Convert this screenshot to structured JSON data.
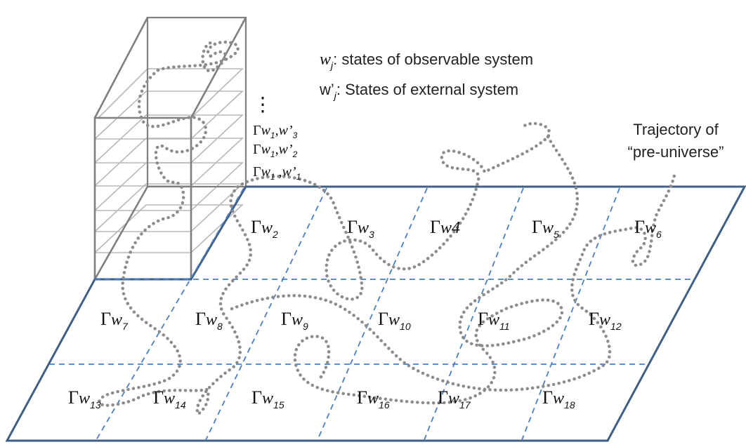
{
  "legend": {
    "w_symbol": "w",
    "w_sub": "j",
    "w_text": ": states of observable system",
    "wp_symbol": "w’",
    "wp_sub": "j",
    "wp_text": ": States of external system"
  },
  "trajectory_label": {
    "line1": "Trajectory of",
    "line2": "“pre-universe”"
  },
  "ellipsis": "⋮",
  "slices": [
    {
      "gamma": "Γ",
      "w": "w",
      "w_sub": "1",
      "sep": ",",
      "wp": "w’",
      "wp_sub": "3"
    },
    {
      "gamma": "Γ",
      "w": "w",
      "w_sub": "1",
      "sep": ",",
      "wp": "w’",
      "wp_sub": "2"
    },
    {
      "gamma": "Γ",
      "w": "w",
      "w_sub": "1",
      "sep": " ,",
      "wp": "w’",
      "wp_sub": "1"
    }
  ],
  "cells": [
    {
      "gamma": "Γ",
      "w": "w",
      "sub": "2",
      "inline": false
    },
    {
      "gamma": "Γ",
      "w": "w",
      "sub": "3",
      "inline": false
    },
    {
      "gamma": "Γ",
      "w": "w4",
      "sub": "",
      "inline": true
    },
    {
      "gamma": "Γ",
      "w": "w",
      "sub": "5",
      "inline": false
    },
    {
      "gamma": "Γ",
      "w": "w",
      "sub": "6",
      "inline": false
    },
    {
      "gamma": "Γ",
      "w": "w",
      "sub": "7",
      "inline": false
    },
    {
      "gamma": "Γ",
      "w": "w",
      "sub": "8",
      "inline": false
    },
    {
      "gamma": "Γ",
      "w": "w",
      "sub": "9",
      "inline": false
    },
    {
      "gamma": "Γ",
      "w": "w",
      "sub": "10",
      "inline": false
    },
    {
      "gamma": "Γ",
      "w": "w",
      "sub": "11",
      "inline": false
    },
    {
      "gamma": "Γ",
      "w": "w",
      "sub": "12",
      "inline": false
    },
    {
      "gamma": "Γ",
      "w": "w",
      "sub": "13",
      "inline": false
    },
    {
      "gamma": "Γ",
      "w": "w",
      "sub": "14",
      "inline": false
    },
    {
      "gamma": "Γ",
      "w": "w",
      "sub": "15",
      "inline": false
    },
    {
      "gamma": "Γ",
      "w": "w",
      "sub": "16",
      "inline": false
    },
    {
      "gamma": "Γ",
      "w": "w",
      "sub": "17",
      "inline": false
    },
    {
      "gamma": "Γ",
      "w": "w",
      "sub": "18",
      "inline": false
    }
  ],
  "colors": {
    "plane_border": "#3f5f86",
    "grid_dash": "#4a7ec2",
    "box_outer": "#7f7f7f",
    "box_slice": "#b8b8b8",
    "trajectory": "#8c8c8c"
  }
}
